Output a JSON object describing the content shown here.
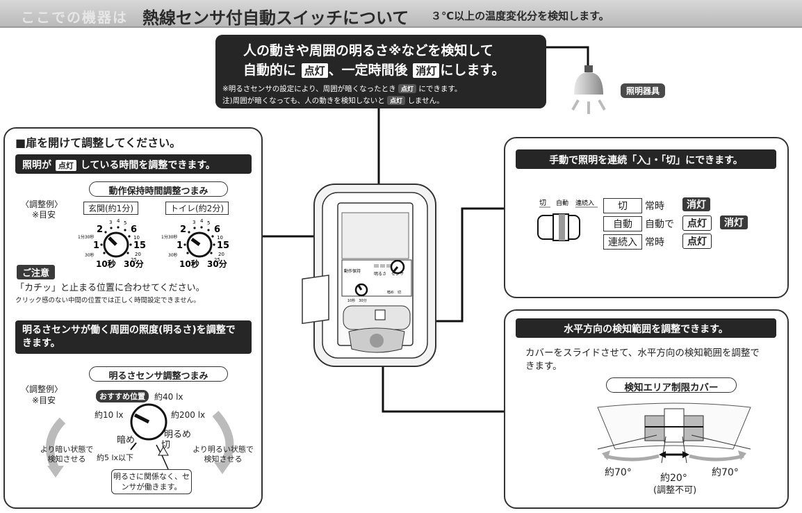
{
  "banner": {
    "ghost": "ここでの機器は",
    "title": "熱線センサ付自動スイッチについて",
    "subtitle": "３℃以上の温度変化分を検知します。"
  },
  "top_box": {
    "line1": "人の動きや周囲の明るさ※などを検知して",
    "line2_a": "自動的に",
    "badge_on": "点灯",
    "line2_b": "、一定時間後",
    "badge_off": "消灯",
    "line2_c": "にします。",
    "note1_a": "※明るさセンサの設定により、周囲が暗くなったとき",
    "note1_b": "にできます。",
    "note2_a": "注)周囲が暗くなっても、人の動きを検知しないと",
    "note2_b": "しません。"
  },
  "light_label": "照明器具",
  "left_panel": {
    "heading": "■扉を開けて調整してください。",
    "section1_a": "照明が",
    "section1_badge": "点灯",
    "section1_b": "している時間を調整できます。",
    "knob_title": "動作保持時間調整つまみ",
    "example": "〈調整例〉",
    "guide": "※目安",
    "dial1_label": "玄関(約1分)",
    "dial2_label": "トイレ(約2分)",
    "dial_ticks": {
      "t2": "2",
      "t3": "3",
      "t4": "4",
      "t5": "5",
      "t6": "6",
      "t1m30": "1分30秒",
      "t10": "10",
      "t1": "1",
      "t15": "15",
      "t30s": "30秒",
      "t20": "20",
      "t25": "25",
      "t10s": "10秒",
      "t30m": "30分"
    },
    "caution": "ご注意",
    "caution_text1": "「カチッ」と止まる位置に合わせてください。",
    "caution_text2": "クリック感のない中間の位置では正しく時間設定できません。",
    "section2": "明るさセンサが働く周囲の照度(明るさ)を調整できます。",
    "knob2_title": "明るさセンサ調整つまみ",
    "example2": "〈調整例〉",
    "guide2": "※目安",
    "recommended": "おすすめ位置",
    "lux40": "約40 lx",
    "lux10": "約10 lx",
    "lux200": "約200 lx",
    "dark": "暗め",
    "bright": "明るめ",
    "off": "切",
    "lux5": "約5 lx以下",
    "darker_note": "より暗い状態で検知させる",
    "brighter_note": "より明るい状態で検知させる",
    "always_note": "明るさに関係なく、センサが働きます。"
  },
  "device": {
    "labels": {
      "knob_a": "動作保持",
      "knob_b": "明るさ",
      "knob_c": "センサ",
      "small": "10秒　30分",
      "small2": "暗め　切"
    }
  },
  "right_panel_1": {
    "header": "手動で照明を連続「入」・「切」にできます。",
    "switch_labels": {
      "off": "切",
      "auto": "自動",
      "cont": "連続入"
    },
    "row1_box": "切",
    "row1_text": "常時",
    "row1_badge": "消灯",
    "row2_box": "自動",
    "row2_text": "自動で",
    "row2_badge1": "点灯",
    "row2_badge2": "消灯",
    "row3_box": "連続入",
    "row3_text": "常時",
    "row3_badge": "点灯"
  },
  "right_panel_2": {
    "header": "水平方向の検知範囲を調整できます。",
    "desc": "カバーをスライドさせて、水平方向の検知範囲を調整できます。",
    "cover_label": "検知エリア制限カバー",
    "angle_left": "約70°",
    "angle_center": "約20°",
    "angle_note": "(調整不可)",
    "angle_right": "約70°"
  }
}
